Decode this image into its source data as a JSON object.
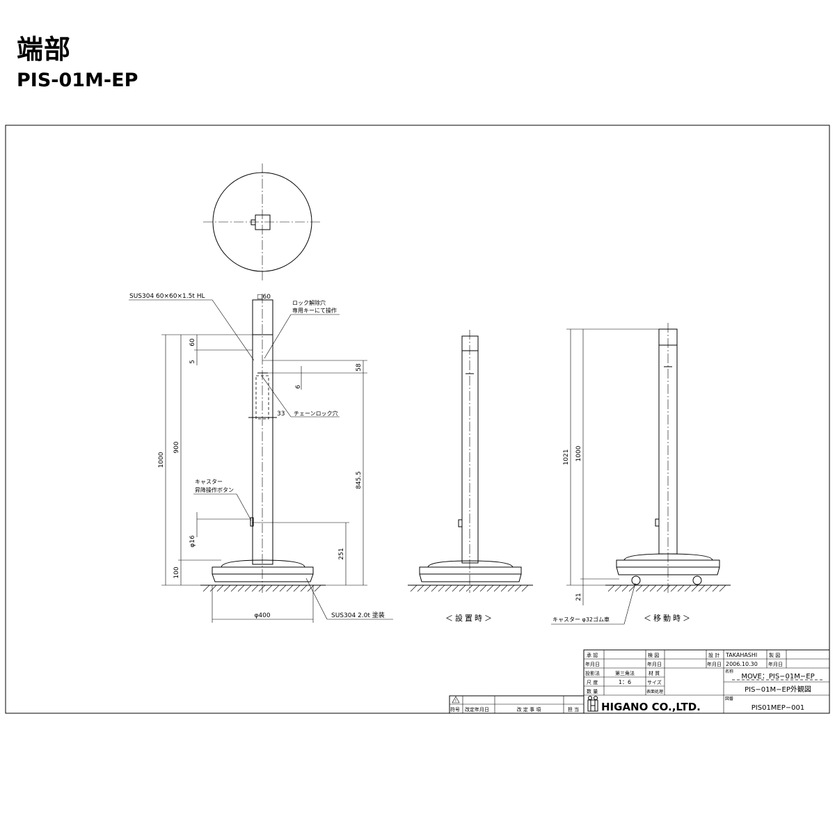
{
  "header": {
    "title": "端部",
    "model": "PIS-01M-EP"
  },
  "annotations": {
    "pipe_spec": "SUS304 60×60×1.5t HL",
    "pipe_size": "□60",
    "lock_hole_1": "ロック解除穴",
    "lock_hole_2": "専用キーにて操作",
    "chain_lock_hole": "チェーンロック穴",
    "caster_button_1": "キャスター",
    "caster_button_2": "昇降操作ボタン",
    "base_spec": "SUS304 2.0t 塗装",
    "caster_spec": "キャスター φ32ゴム車",
    "view_installed": "＜設置時＞",
    "view_moving": "＜移動時＞"
  },
  "dimensions": {
    "d1000_left": "1000",
    "d900": "900",
    "d60": "60",
    "d5": "5",
    "d58": "58",
    "d6": "6",
    "d33": "33",
    "d845_5": "845.5",
    "d16": "φ16",
    "d251": "251",
    "d100": "100",
    "d400": "φ400",
    "d1021": "1021",
    "d1000_right": "1000",
    "d21": "21"
  },
  "title_block": {
    "approve": "承 認",
    "inspect": "検 図",
    "design": "設 計",
    "designer": "TAKAHASHI",
    "drawn": "製 図",
    "date_label": "年月日",
    "date": "2006.10.30",
    "projection_label": "投影法",
    "projection": "第三角法",
    "material": "材 質",
    "scale_label": "尺 度",
    "scale": "1：6",
    "size": "サイズ",
    "qty": "数 量",
    "surface": "表面処理",
    "name_label": "名称",
    "name_1": "MOVE：PIS−01M−EP",
    "name_2": "PIS−01M−EP外観図",
    "company": "HIGANO CO.,LTD.",
    "drawing_no_label": "図番",
    "drawing_no": "PIS01MEP−001",
    "rev_symbol": "符号",
    "rev_date": "改定年月日",
    "rev_content": "改 定 事 項",
    "rev_person": "担 当"
  }
}
